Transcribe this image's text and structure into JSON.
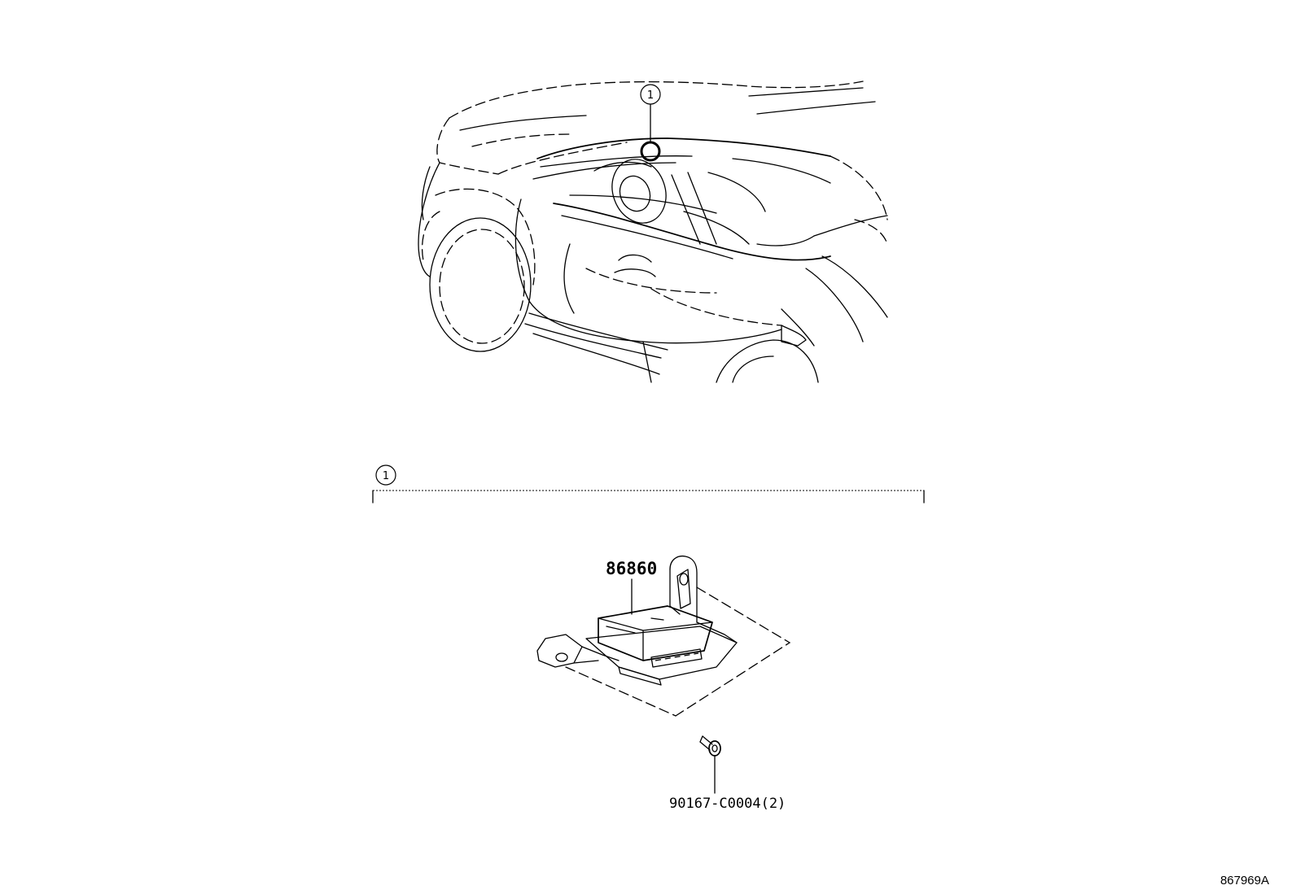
{
  "callouts": {
    "vehicle_location": "1",
    "group_bracket": "1"
  },
  "parts": {
    "ecu_part_number": "86860",
    "bolt_part_number": "90167-C0004(2)"
  },
  "diagram_reference": "867969A"
}
